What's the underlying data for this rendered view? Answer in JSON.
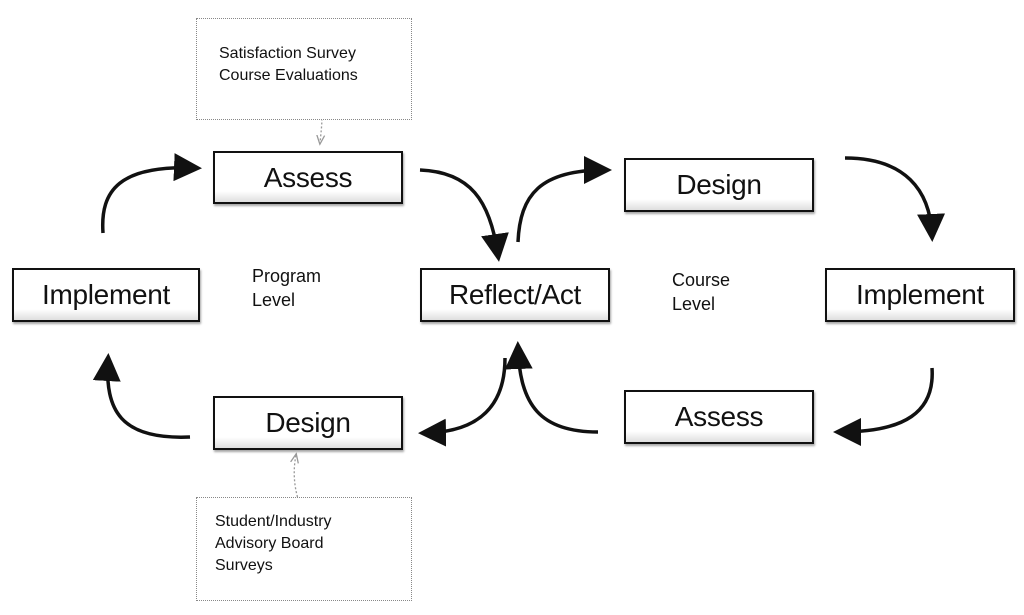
{
  "diagram": {
    "program_cycle": {
      "assess": "Assess",
      "implement": "Implement",
      "design": "Design",
      "level_label": [
        "Program",
        "Level"
      ]
    },
    "center": {
      "reflect_act": "Reflect/Act"
    },
    "course_cycle": {
      "design": "Design",
      "implement": "Implement",
      "assess": "Assess",
      "level_label": [
        "Course",
        "Level"
      ]
    },
    "notes": {
      "top": [
        "Satisfaction Survey",
        "Course Evaluations"
      ],
      "bottom": [
        "Student/Industry",
        "Advisory Board",
        "Surveys"
      ]
    }
  }
}
